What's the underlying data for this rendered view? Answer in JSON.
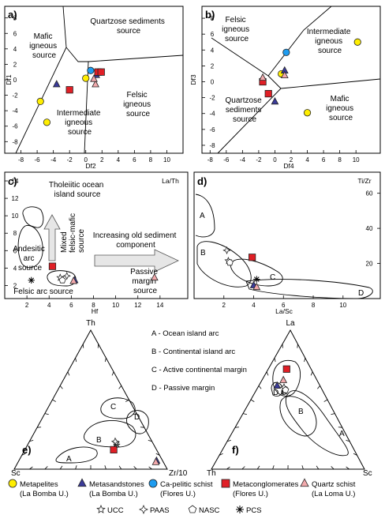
{
  "colors": {
    "metapelites": "#ffee00",
    "metasandstones": "#3b3b9a",
    "ca_pelitic": "#1e9cf0",
    "metaconglomerates": "#e01f26",
    "quartz_schist": "#f2a9ac"
  },
  "legend": {
    "row1": [
      {
        "id": "metapelites",
        "label": "Metapelites",
        "sub": "(La Bomba U.)",
        "marker": "circle",
        "color": "#ffee00"
      },
      {
        "id": "metasandstones",
        "label": "Metasandstones",
        "sub": "(La Bomba U.)",
        "marker": "triangle",
        "color": "#3b3b9a"
      },
      {
        "id": "ca_pelitic",
        "label": "Ca-pelitic schist",
        "sub": "(Flores U.)",
        "marker": "circle",
        "color": "#1e9cf0"
      },
      {
        "id": "metaconglomerates",
        "label": "Metaconglomerates",
        "sub": "(Flores U.)",
        "marker": "square",
        "color": "#e01f26"
      },
      {
        "id": "quartz_schist",
        "label": "Quartz schist",
        "sub": "(La Loma U.)",
        "marker": "triangle",
        "color": "#f2a9ac"
      }
    ],
    "row2": [
      {
        "id": "ucc",
        "label": "UCC",
        "marker": "star5"
      },
      {
        "id": "paas",
        "label": "PAAS",
        "marker": "star4"
      },
      {
        "id": "nasc",
        "label": "NASC",
        "marker": "pentagon"
      },
      {
        "id": "pcs",
        "label": "PCS",
        "marker": "asterisk"
      }
    ]
  },
  "chart_data": [
    {
      "panel": "a)",
      "type": "scatter",
      "xlabel": "Df2",
      "ylabel": "Df1",
      "xlim": [
        -10,
        12
      ],
      "ylim": [
        -9.5,
        9.5
      ],
      "xticks": [
        -8,
        -6,
        -4,
        -2,
        0,
        2,
        4,
        6,
        8,
        10
      ],
      "yticks": [
        -8,
        -6,
        -4,
        -2,
        0,
        2,
        4,
        6,
        8
      ],
      "region_labels": [
        {
          "lines": [
            "Quartzose sediments",
            "source"
          ]
        },
        {
          "lines": [
            "Mafic",
            "igneous",
            "source"
          ]
        },
        {
          "lines": [
            "Felsic",
            "igneous",
            "source"
          ]
        },
        {
          "lines": [
            "Intermediate",
            "igneous",
            "source"
          ]
        }
      ],
      "points": [
        {
          "series": "metapelites",
          "x": -5.6,
          "y": -2.8
        },
        {
          "series": "metapelites",
          "x": -4.8,
          "y": -5.5
        },
        {
          "series": "metapelites",
          "x": 0.0,
          "y": 0.2
        },
        {
          "series": "metasandstones",
          "x": -3.6,
          "y": -0.6
        },
        {
          "series": "metasandstones",
          "x": 1.3,
          "y": 0.6
        },
        {
          "series": "ca_pelitic",
          "x": 0.6,
          "y": 1.2
        },
        {
          "series": "metaconglomerates",
          "x": -2.0,
          "y": -1.3
        },
        {
          "series": "metaconglomerates",
          "x": 1.5,
          "y": 1.0
        },
        {
          "series": "metaconglomerates",
          "x": 1.9,
          "y": 1.0
        },
        {
          "series": "quartz_schist",
          "x": 1.2,
          "y": -0.6
        },
        {
          "series": "quartz_schist",
          "x": 1.0,
          "y": 0.1
        }
      ]
    },
    {
      "panel": "b)",
      "type": "scatter",
      "xlabel": "Df4",
      "ylabel": "Df3",
      "xlim": [
        -9,
        13
      ],
      "ylim": [
        -9,
        9.5
      ],
      "xticks": [
        -8,
        -6,
        -4,
        -2,
        0,
        2,
        4,
        6,
        8,
        10
      ],
      "yticks": [
        -8,
        -6,
        -4,
        -2,
        0,
        2,
        4,
        6,
        8
      ],
      "region_labels": [
        {
          "lines": [
            "Felsic",
            "igneous",
            "source"
          ]
        },
        {
          "lines": [
            "Intermediate",
            "igneous",
            "source"
          ]
        },
        {
          "lines": [
            "Quartzose",
            "sediments",
            "source"
          ]
        },
        {
          "lines": [
            "Mafic",
            "igneous",
            "source"
          ]
        }
      ],
      "points": [
        {
          "series": "metapelites",
          "x": 10.2,
          "y": 5.0
        },
        {
          "series": "metapelites",
          "x": 4.0,
          "y": -3.9
        },
        {
          "series": "metapelites",
          "x": 0.8,
          "y": 1.0
        },
        {
          "series": "metasandstones",
          "x": 0.0,
          "y": -2.5
        },
        {
          "series": "metasandstones",
          "x": 1.2,
          "y": 1.4
        },
        {
          "series": "ca_pelitic",
          "x": 1.4,
          "y": 3.7
        },
        {
          "series": "metaconglomerates",
          "x": -0.8,
          "y": -1.5
        },
        {
          "series": "metaconglomerates",
          "x": -1.5,
          "y": 0.0
        },
        {
          "series": "quartz_schist",
          "x": -1.5,
          "y": 0.5
        },
        {
          "series": "quartz_schist",
          "x": 1.2,
          "y": 0.8
        }
      ]
    },
    {
      "panel": "c)",
      "type": "scatter",
      "xlabel": "Hf",
      "ylabel": "La/Th",
      "xlim": [
        0,
        16.5
      ],
      "ylim": [
        0.5,
        15
      ],
      "xticks": [
        2,
        4,
        6,
        8,
        10,
        12,
        14
      ],
      "yticks": [
        2,
        4,
        6,
        8,
        10,
        12,
        14
      ],
      "annotations": [
        {
          "lines": [
            "Tholeiitic ocean",
            "island source"
          ]
        },
        {
          "lines": [
            "Mixed",
            "felsic-mafic",
            "source"
          ]
        },
        {
          "lines": [
            "Andesitic",
            "arc",
            "source"
          ]
        },
        {
          "lines": [
            "Increasing old sediment",
            "component"
          ]
        },
        {
          "lines": [
            "Passive",
            "margin",
            "source"
          ]
        },
        {
          "lines": [
            "Felsic arc source"
          ]
        }
      ],
      "points": [
        {
          "series": "metaconglomerates",
          "x": 4.3,
          "y": 4.2
        },
        {
          "series": "metasandstones",
          "x": 6.3,
          "y": 2.6
        },
        {
          "series": "quartz_schist",
          "x": 6.2,
          "y": 2.5
        },
        {
          "series": "quartz_schist",
          "x": 13.5,
          "y": 2.9
        },
        {
          "series": "paas",
          "x": 5.6,
          "y": 3.1
        },
        {
          "series": "ucc",
          "x": 5.0,
          "y": 2.9
        },
        {
          "series": "nasc",
          "x": 5.2,
          "y": 2.6
        },
        {
          "series": "pcs",
          "x": 2.4,
          "y": 2.6
        }
      ]
    },
    {
      "panel": "d)",
      "type": "scatter",
      "xlabel": "La/Sc",
      "ylabel": "Ti/Zr",
      "xlim": [
        0,
        12.5
      ],
      "ylim": [
        0,
        72
      ],
      "xticks": [
        2,
        4,
        6,
        8,
        10
      ],
      "yticks": [
        20,
        40,
        60
      ],
      "field_labels": [
        "A",
        "B",
        "C",
        "D"
      ],
      "points": [
        {
          "series": "metaconglomerates",
          "x": 3.9,
          "y": 23.5
        },
        {
          "series": "metasandstones",
          "x": 4.0,
          "y": 7.5
        },
        {
          "series": "quartz_schist",
          "x": 4.2,
          "y": 6.5
        },
        {
          "series": "paas",
          "x": 2.2,
          "y": 27.5
        },
        {
          "series": "ucc",
          "x": 2.3,
          "y": 21.5
        },
        {
          "series": "nasc",
          "x": 2.4,
          "y": 20.5
        },
        {
          "series": "pcs",
          "x": 4.2,
          "y": 11.0
        }
      ]
    },
    {
      "panel": "e)",
      "type": "ternary",
      "apex_labels": {
        "top": "Th",
        "left": "Sc",
        "right": "Zr/10"
      },
      "field_key": [
        "A - Ocean island arc",
        "B - Continental island arc",
        "C - Active continental margin",
        "D - Passive margin"
      ],
      "field_labels": [
        "A",
        "B",
        "C",
        "D"
      ],
      "points": [
        {
          "series": "metaconglomerates",
          "th": 0.14,
          "sc": 0.28,
          "zr": 0.58
        },
        {
          "series": "metasandstones",
          "th": 0.06,
          "sc": 0.04,
          "zr": 0.9
        },
        {
          "series": "quartz_schist",
          "th": 0.05,
          "sc": 0.05,
          "zr": 0.9
        },
        {
          "series": "pcs",
          "th": 0.18,
          "sc": 0.24,
          "zr": 0.58
        },
        {
          "series": "ucc",
          "th": 0.19,
          "sc": 0.24,
          "zr": 0.57
        },
        {
          "series": "paas",
          "th": 0.2,
          "sc": 0.24,
          "zr": 0.56
        }
      ]
    },
    {
      "panel": "f)",
      "type": "ternary",
      "apex_labels": {
        "top": "La",
        "left": "Th",
        "right": "Sc"
      },
      "field_labels": [
        "A",
        "B",
        "C",
        "D"
      ],
      "points": [
        {
          "series": "metaconglomerates",
          "la": 0.72,
          "th": 0.16,
          "sc": 0.12
        },
        {
          "series": "quartz_schist",
          "la": 0.64,
          "th": 0.22,
          "sc": 0.14
        },
        {
          "series": "metasandstones",
          "la": 0.6,
          "th": 0.28,
          "sc": 0.12
        },
        {
          "series": "ucc",
          "la": 0.56,
          "th": 0.25,
          "sc": 0.19
        },
        {
          "series": "paas",
          "la": 0.59,
          "th": 0.24,
          "sc": 0.17
        },
        {
          "series": "nasc",
          "la": 0.57,
          "th": 0.24,
          "sc": 0.19
        }
      ]
    }
  ]
}
